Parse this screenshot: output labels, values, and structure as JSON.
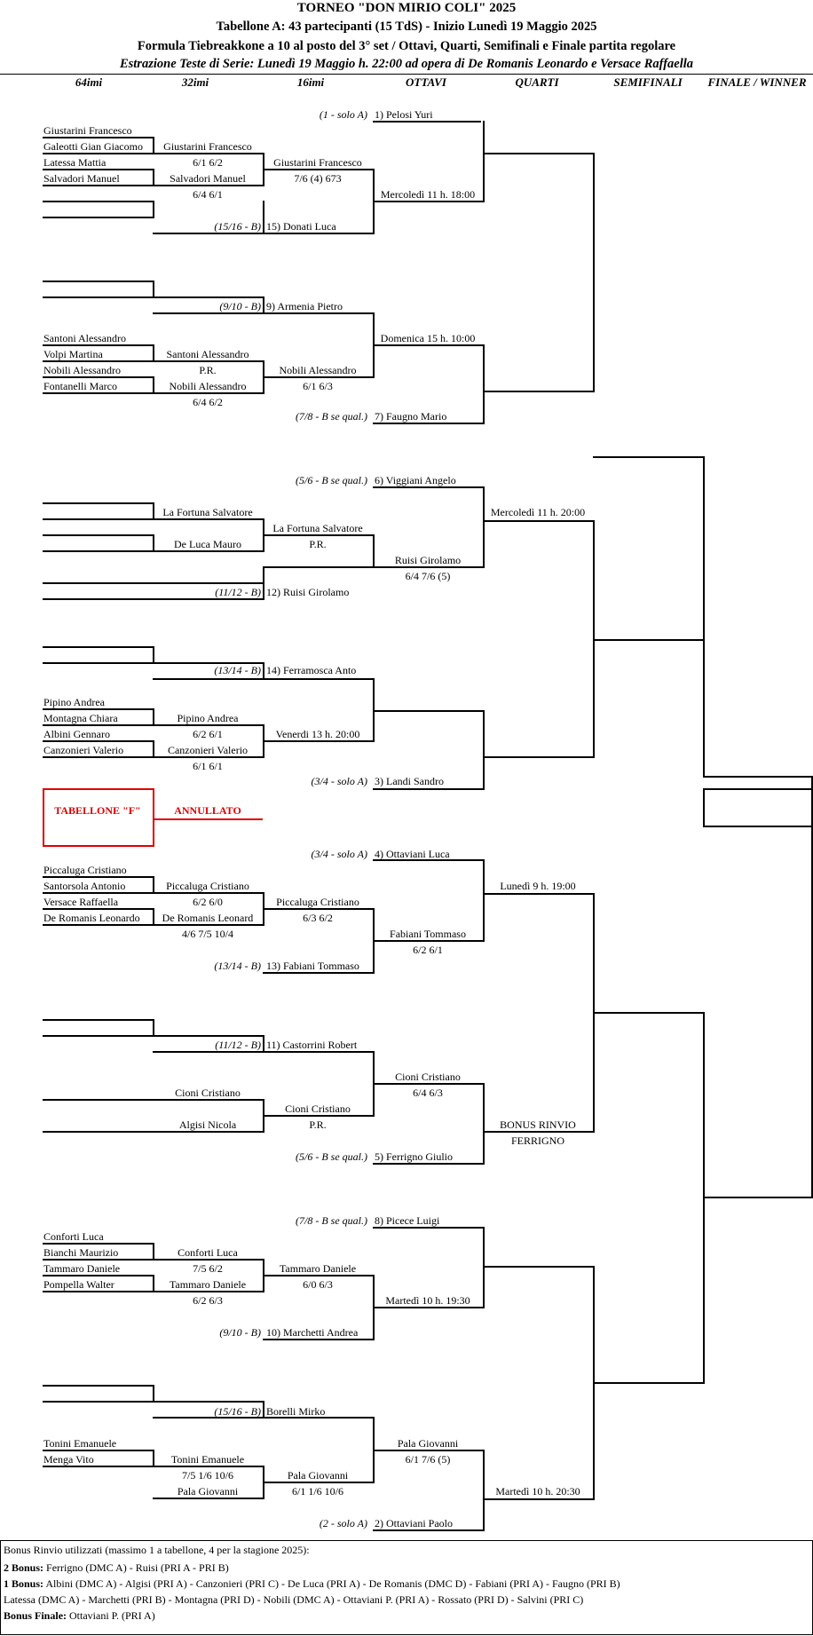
{
  "header": {
    "title": "TORNEO \"DON MIRIO COLI\" 2025",
    "line2": "Tabellone A: 43 partecipanti (15 TdS) - Inizio Lunedì 19 Maggio 2025",
    "line3": "Formula Tiebreakkone a 10 al posto del 3° set / Ottavi, Quarti, Semifinali e Finale partita regolare",
    "line4": "Estrazione Teste di Serie: Lunedì 19 Maggio h. 22:00 ad opera di De Romanis Leonardo e Versace Raffaella"
  },
  "columns": [
    "64imi",
    "32imi",
    "16imi",
    "OTTAVI",
    "QUARTI",
    "SEMIFINALI",
    "FINALE / WINNER"
  ],
  "seeds": {
    "s1": "(1 - solo A)",
    "s15": "(15/16 - B)",
    "s9": "(9/10 - B)",
    "s7": "(7/8 - B se qual.)",
    "s6": "(5/6 - B se qual.)",
    "s12": "(11/12 - B)",
    "s14": "(13/14 - B)",
    "s3": "(3/4 - solo A)",
    "s4": "(3/4 - solo A)",
    "s13": "(13/14 - B)",
    "s11": "(11/12 - B)",
    "s5": "(5/6 - B se qual.)",
    "s8": "(7/8 - B se qual.)",
    "s10": "(9/10 - B)",
    "s16": "(15/16 - B)",
    "s2": "(2 - solo A)"
  },
  "r64": {
    "a1": "Giustarini Francesco",
    "a2": "Galeotti Gian Giacomo",
    "a3": "Latessa Mattia",
    "a4": "Salvadori Manuel",
    "b1": "Santoni Alessandro",
    "b2": "Volpi Martina",
    "b3": "Nobili Alessandro",
    "b4": "Fontanelli Marco",
    "c1": "Pipino Andrea",
    "c2": "Montagna Chiara",
    "c3": "Albini Gennaro",
    "c4": "Canzonieri Valerio",
    "d1": "Piccaluga Cristiano",
    "d2": "Santorsola Antonio",
    "d3": "Versace Raffaella",
    "d4": "De Romanis Leonardo",
    "e1": "Conforti Luca",
    "e2": "Bianchi Maurizio",
    "e3": "Tammaro Daniele",
    "e4": "Pompella Walter",
    "f1": "Tonini Emanuele",
    "f2": "Menga Vito"
  },
  "r32": {
    "a1": "Giustarini Francesco",
    "a1s": "6/1  6/2",
    "a2": "Salvadori Manuel",
    "a2s": "6/4  6/1",
    "b1": "Santoni Alessandro",
    "b1s": "P.R.",
    "b2": "Nobili Alessandro",
    "b2s": "6/4  6/2",
    "c1": "La Fortuna Salvatore",
    "c2": "De Luca Mauro",
    "d1": "Pipino Andrea",
    "d1s": "6/2  6/1",
    "d2": "Canzonieri Valerio",
    "d2s": "6/1  6/1",
    "e1": "Piccaluga Cristiano",
    "e1s": "6/2  6/0",
    "e2": "De Romanis Leonard",
    "e2s": "4/6  7/5  10/4",
    "f1": "Cioni Cristiano",
    "f2": "Algisi Nicola",
    "g1": "Conforti Luca",
    "g1s": "7/5  6/2",
    "g2": "Tammaro Daniele",
    "g2s": "6/2  6/3",
    "h1": "Tonini Emanuele",
    "h1s": "7/5  1/6  10/6",
    "h2": "Pala Giovanni"
  },
  "r16": {
    "a": "Giustarini Francesco",
    "as": "7/6 (4)  673",
    "p15": "15) Donati Luca",
    "p9": "9) Armenia Pietro",
    "b": "Nobili Alessandro",
    "bs": "6/1  6/3",
    "c": "La Fortuna Salvatore",
    "cs": "P.R.",
    "p12": "12) Ruisi Girolamo",
    "p14": "14) Ferramosca Anto",
    "d": "Venerdi 13 h. 20:00",
    "e": "Piccaluga Cristiano",
    "es": "6/3  6/2",
    "p13": "13) Fabiani Tommaso",
    "p11": "11) Castorrini Robert",
    "f": "Cioni Cristiano",
    "fs": "P.R.",
    "g": "Tammaro Daniele",
    "gs": "6/0  6/3",
    "p10": "10) Marchetti Andrea",
    "p16": "Borelli Mirko",
    "h": "Pala Giovanni",
    "hs": "6/1  1/6  10/6"
  },
  "ottavi": {
    "p1": "1) Pelosi Yuri",
    "m1": "Mercoledì 11 h. 18:00",
    "m2": "Domenica 15 h. 10:00",
    "p7": "7) Faugno Mario",
    "p6": "6) Viggiani Angelo",
    "m3": "Ruisi Girolamo",
    "m3s": "6/4  7/6 (5)",
    "p3": "3) Landi Sandro",
    "p4": "4) Ottaviani Luca",
    "m5": "Fabiani Tommaso",
    "m5s": "6/2  6/1",
    "m6": "Cioni Cristiano",
    "m6s": "6/4  6/3",
    "p5": "5) Ferrigno Giulio",
    "p8": "8) Picece Luigi",
    "m7": "Martedì 10 h. 19:30",
    "m8": "Pala Giovanni",
    "m8s": "6/1  7/6 (5)",
    "p2": "2) Ottaviani Paolo"
  },
  "quarti": {
    "q1": "Mercoledì 11 h. 20:00",
    "q3": "Lunedì 9 h. 19:00",
    "q4a": "BONUS RINVIO",
    "q4b": "FERRIGNO",
    "q5": "Martedì 10 h. 20:30"
  },
  "annullato": {
    "label": "TABELLONE \"F\"",
    "text": "ANNULLATO",
    "color": "#e00000"
  },
  "bonus": {
    "title": "Bonus Rinvio utilizzati (massimo 1 a tabellone, 4 per la stagione 2025):",
    "b2k": "2 Bonus:",
    "b2v": " Ferrigno (DMC A) - Ruisi (PRI A - PRI B)",
    "b1k": "1 Bonus:",
    "b1v": " Albini (DMC A) - Algisi (PRI A) - Canzonieri (PRI C) - De Luca (PRI A) - De Romanis (DMC D) - Fabiani (PRI A) - Faugno (PRI B)",
    "b1v2": "Latessa (DMC A) - Marchetti (PRI B) - Montagna (PRI D) - Nobili (DMC A) - Ottaviani P. (PRI A) - Rossato (PRI D) - Salvini (PRI C)",
    "bfk": "Bonus Finale:",
    "bfv": " Ottaviani P. (PRI A)"
  }
}
